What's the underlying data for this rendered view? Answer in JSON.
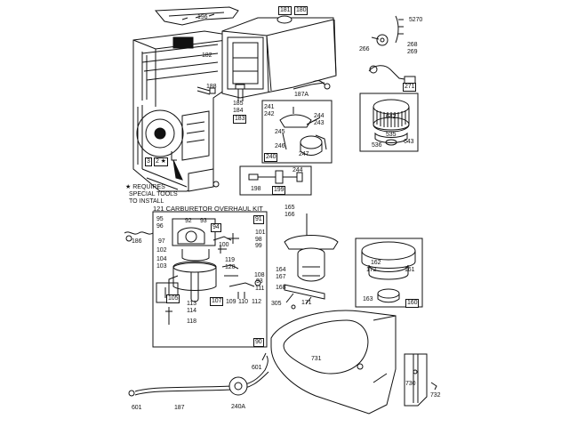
{
  "diagram": {
    "notes": {
      "line1": "★ REQUIRES",
      "line2": "SPECIAL TOOLS",
      "line3": "TO INSTALL"
    },
    "kit_title": "121 CARBURETOR OVERHAUL KIT",
    "labels": {
      "p196": "196",
      "p181": "181",
      "p180": "180",
      "p182": "182",
      "p188": "188",
      "p185": "185",
      "p184": "184",
      "p183": "183",
      "p187a": "187A",
      "p3": "3",
      "p2": "2 ★",
      "p5270": "5270",
      "p266": "266",
      "p268": "268",
      "p269": "269",
      "p271": "271",
      "p241": "241",
      "p242": "242",
      "p244": "244",
      "p243": "243",
      "p245": "245",
      "p246": "246",
      "p247": "247",
      "p240": "240",
      "p642": "642",
      "p535": "535",
      "p536": "536",
      "p643": "643",
      "p198": "198",
      "p199": "199",
      "p244b": "244",
      "p95": "95",
      "p96": "96",
      "p92": "92",
      "p93": "93",
      "p91": "91",
      "p94": "94",
      "p97": "97",
      "p102": "102",
      "p101": "101",
      "p98": "98",
      "p99": "99",
      "p100": "100",
      "p186": "186",
      "p104": "104",
      "p103": "103",
      "p119": "119",
      "p120": "120",
      "p108": "108",
      "p93b": "93",
      "p111": "111",
      "p105": "105",
      "p107": "107",
      "p109": "109",
      "p110": "110",
      "p112": "112",
      "p113": "113",
      "p114": "114",
      "p118": "118",
      "p90": "90",
      "p165": "165",
      "p166": "166",
      "p164": "164",
      "p167": "167",
      "p168": "168",
      "p305": "305",
      "p171": "171",
      "p162": "162",
      "p172": "172",
      "p161": "161",
      "p163": "163",
      "p160": "160",
      "p731": "731",
      "p730": "730",
      "p732": "732",
      "p601": "601",
      "p601b": "601",
      "p187": "187",
      "p240a": "240A"
    }
  }
}
